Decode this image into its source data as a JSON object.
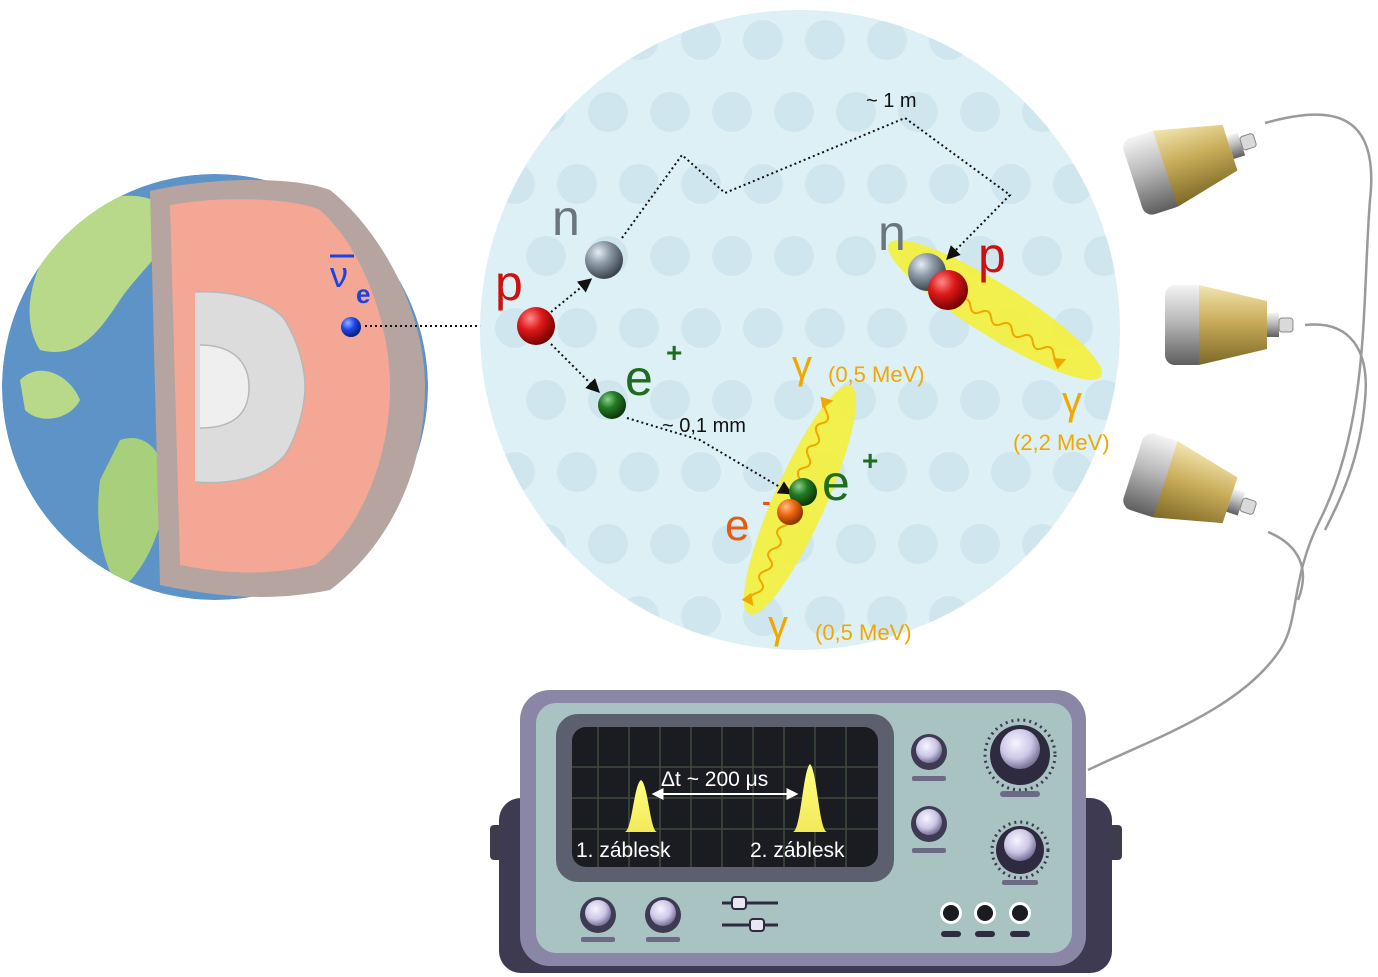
{
  "earth": {
    "neutrino_symbol": "ν",
    "neutrino_subscript": "e"
  },
  "reaction": {
    "proton": "p",
    "neutron": "n",
    "positron": "e",
    "positron_charge": "+",
    "electron": "e",
    "electron_charge": "-",
    "proton_capture": "p",
    "neutron_capture": "n",
    "positron_annihilation": "e",
    "positron_annihilation_charge": "+",
    "distance_neutron": "~ 1 m",
    "distance_positron": "~ 0,1 mm",
    "gamma": "γ",
    "gamma_top_energy": "(0,5 MeV)",
    "gamma_bottom_energy": "(0,5 MeV)",
    "gamma_capture_energy": "(2,2 MeV)"
  },
  "oscilloscope": {
    "delta_t_label": "Δt ~ 200 μs",
    "flash1_label": "1. záblesk",
    "flash2_label": "2. záblesk"
  },
  "colors": {
    "proton": "#cc1111",
    "neutron": "#8a96a3",
    "positron": "#1f6b1f",
    "electron": "#e85a10",
    "gamma": "#f0a800",
    "neutrino": "#1a44e0",
    "glow": "#f3ef3a",
    "detector_bg": "#ddf0f5",
    "device_body": "#a9c3c3"
  }
}
